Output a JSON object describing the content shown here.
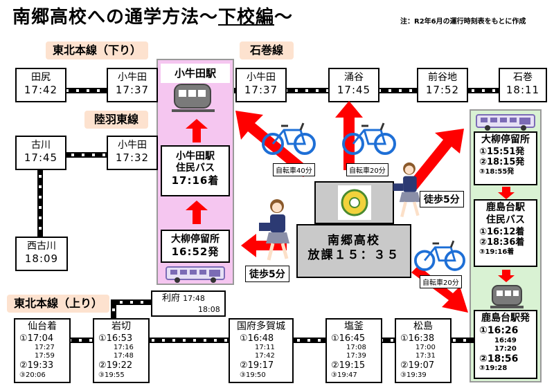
{
  "title": {
    "main": "南郷高校への通学方法〜",
    "underlined": "下校編",
    "tail": "〜"
  },
  "note": "注：R2年6月の運行時刻表をもとに作成",
  "lines": {
    "tohoku_down": "東北本線（下り）",
    "ishinomaki": "石巻線",
    "rikuu": "陸羽東線",
    "tohoku_up": "東北本線（上り）"
  },
  "stations": {
    "tajiri": {
      "name": "田尻",
      "time": "17:42"
    },
    "kogota_down": {
      "name": "小牛田",
      "time": "17:37"
    },
    "kogota_ishi": {
      "name": "小牛田",
      "time": "17:37"
    },
    "wakuya": {
      "name": "涌谷",
      "time": "17:45"
    },
    "maeyachi": {
      "name": "前谷地",
      "time": "17:52"
    },
    "ishinomaki": {
      "name": "石巻",
      "time": "18:11"
    },
    "furukawa": {
      "name": "古川",
      "time": "17:45"
    },
    "kogota_rikuu": {
      "name": "小牛田",
      "time": "17:32"
    },
    "nishifurukawa": {
      "name": "西古川",
      "time": "18:09"
    },
    "rifu": {
      "name": "利府",
      "time1": "17:48",
      "time2": "18:08"
    }
  },
  "pink": {
    "station": "小牛田駅",
    "bus_title1": "小牛田駅",
    "bus_title2": "住民バス",
    "bus_time": "17:16着",
    "stop_name": "大柳停留所",
    "stop_time": "16:52発"
  },
  "green": {
    "stop_name": "大柳停留所",
    "d1": "①15:51発",
    "d2": "②18:15発",
    "d3": "③18:55発",
    "bus_name1": "鹿島台駅",
    "bus_name2": "住民バス",
    "a1": "①16:12着",
    "a2": "②18:36着",
    "a3": "③19:16着",
    "dep_title": "鹿島台駅発",
    "dep1": "①16:26",
    "dep1a": "16:49",
    "dep1b": "17:20",
    "dep2": "②18:56",
    "dep3": "③19:28"
  },
  "bottom": {
    "sendai": {
      "name": "仙台着",
      "t1": "①17:04",
      "s1": "17:27",
      "s2": "17:59",
      "t2": "②19:33",
      "t3": "③20:06"
    },
    "iwakiri": {
      "name": "岩切",
      "t1": "①16:53",
      "s1": "17:16",
      "s2": "17:48",
      "t2": "②19:22",
      "t3": "③19:55"
    },
    "kokufu": {
      "name": "国府多賀城",
      "t1": "①16:48",
      "s1": "17:11",
      "s2": "17:42",
      "t2": "②19:17",
      "t3": "③19:50"
    },
    "shiogama": {
      "name": "塩釜",
      "t1": "①16:45",
      "s1": "17:08",
      "s2": "17:39",
      "t2": "②19:15",
      "t3": "③19:47"
    },
    "matsushima": {
      "name": "松島",
      "t1": "①16:38",
      "s1": "17:00",
      "s2": "17:31",
      "t2": "②19:07",
      "t3": "③19:39"
    }
  },
  "school": {
    "name": "南郷高校",
    "time": "放課１５：３５"
  },
  "labels": {
    "bike40": "自転車40分",
    "bike20a": "自転車20分",
    "bike20b": "自転車20分",
    "walk_left": "徒歩5分",
    "walk_right": "徒歩5分"
  },
  "colors": {
    "arrow": "#ff0000",
    "pink_bg": "#f5c6f0",
    "green_bg": "#d9f2d3",
    "label_bg": "#fde2cf",
    "school_gray": "#c9c9c9",
    "bike_blue": "#1e6fd6",
    "bus_purple": "#7b6bb5"
  },
  "icons": [
    "train-icon",
    "bus-icon",
    "bicycle-icon",
    "student-walking-icon",
    "school-emblem-icon"
  ]
}
